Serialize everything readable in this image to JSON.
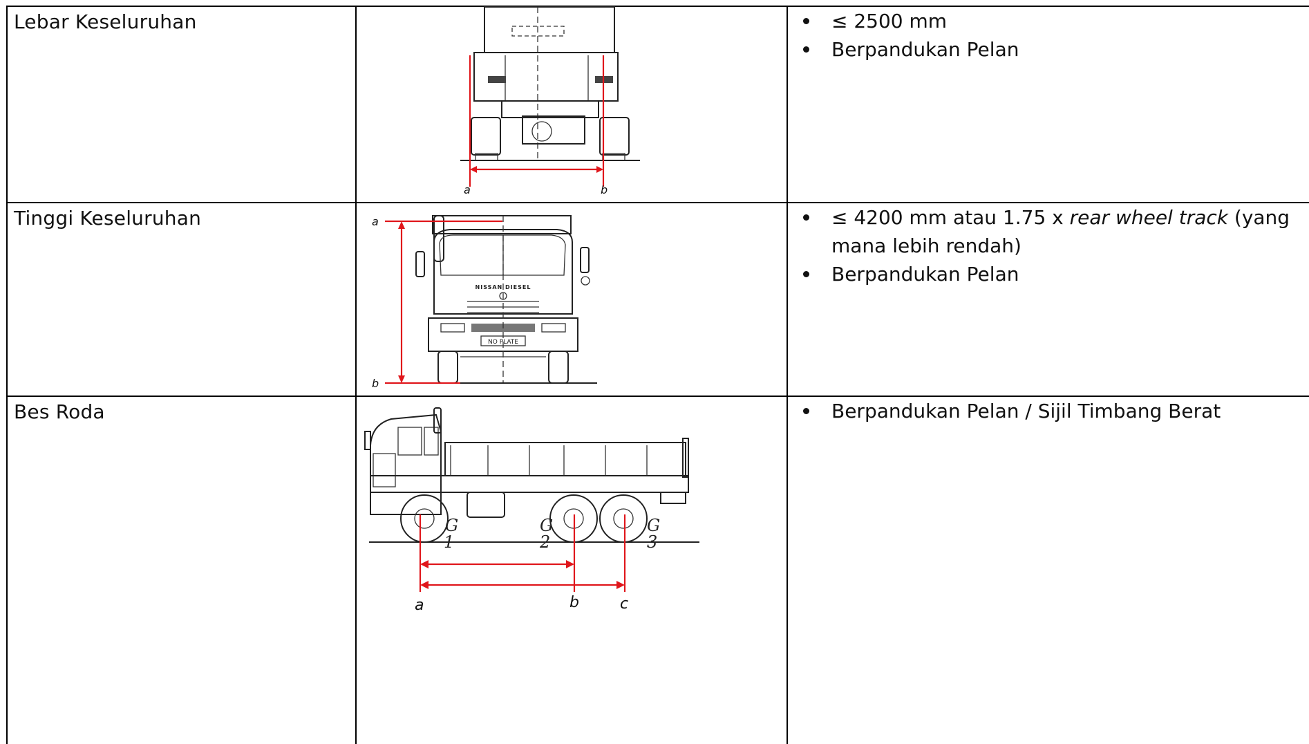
{
  "rows": [
    {
      "label": "Lebar Keseluruhan",
      "requirements": [
        {
          "text": "≤ 2500 mm"
        },
        {
          "text": "Berpandukan Pelan"
        }
      ],
      "diagram": {
        "markers": [
          "a",
          "b"
        ]
      }
    },
    {
      "label": "Tinggi Keseluruhan",
      "requirements": [
        {
          "text_before": "≤ 4200 mm atau 1.75 x ",
          "text_italic": "rear wheel track",
          "text_after": " (yang mana lebih rendah)"
        },
        {
          "text": "Berpandukan Pelan"
        }
      ],
      "diagram": {
        "markers": [
          "a",
          "b"
        ],
        "cab_text": "NISSAN DIESEL",
        "plate_text": "NO PLATE"
      }
    },
    {
      "label": "Bes Roda",
      "requirements": [
        {
          "text": "Berpandukan Pelan / Sijil Timbang Berat"
        }
      ],
      "diagram": {
        "markers": [
          "a",
          "b",
          "c"
        ],
        "axles": [
          {
            "letter": "G",
            "number": "1"
          },
          {
            "letter": "G",
            "number": "2"
          },
          {
            "letter": "G",
            "number": "3"
          }
        ]
      }
    }
  ]
}
